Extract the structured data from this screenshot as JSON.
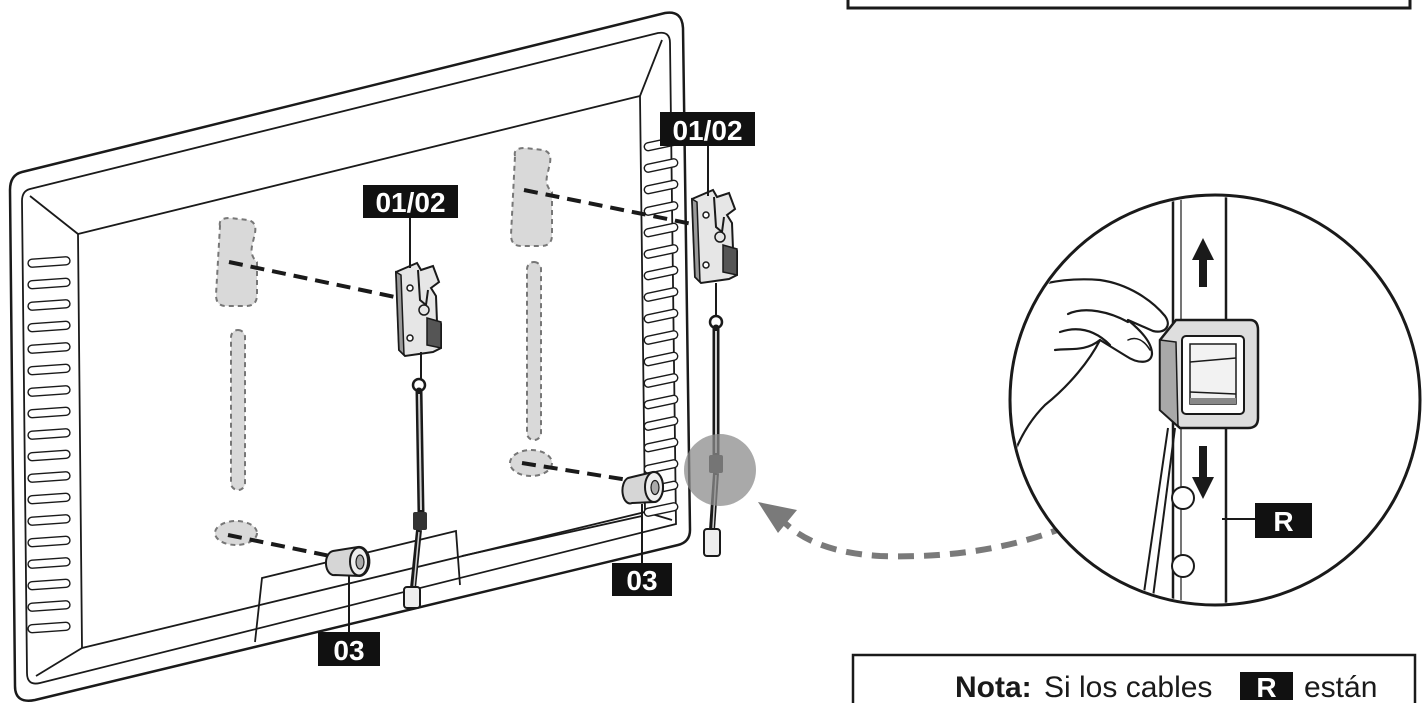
{
  "labels": {
    "bracket_left": "01/02",
    "bracket_right": "01/02",
    "spacer_left": "03",
    "spacer_right": "03",
    "cable_detail": "R"
  },
  "note": {
    "prefix": "Nota:",
    "text_before": "Si los cables",
    "badge": "R",
    "text_after": "están"
  },
  "colors": {
    "ink": "#1a1a1a",
    "placeholder": "#d9d9d9",
    "highlight": "#8c8c8c"
  }
}
